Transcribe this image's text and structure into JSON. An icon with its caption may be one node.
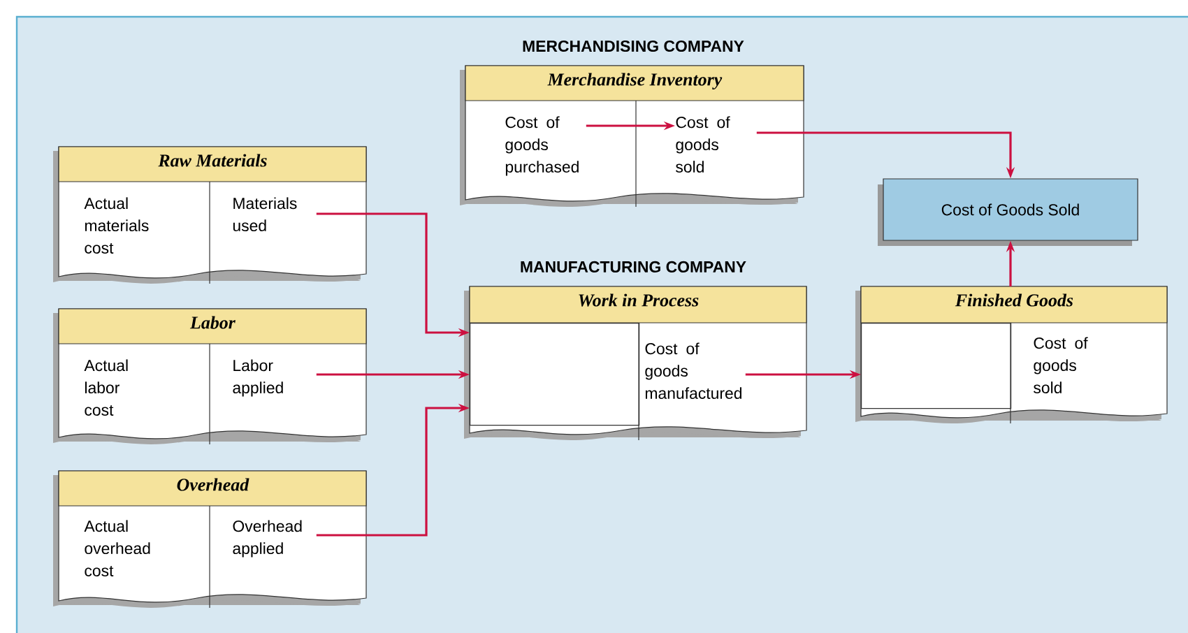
{
  "diagram": {
    "nodes": [
      {
        "text": [
          "Merchandise Inventory"
        ]
      },
      {
        "text": [
          "Cost of goods purchased"
        ],
        "in": 0
      },
      {
        "text": [
          "Cost of goods sold"
        ],
        "in": 0
      },
      {
        "text": [
          "Cost of Goods Sold"
        ]
      },
      {
        "text": [
          "Raw Materials"
        ]
      },
      {
        "text": [
          "Actual materials cost"
        ],
        "in": 4
      },
      {
        "text": [
          "Materials used"
        ],
        "in": 4
      },
      {
        "text": [
          "Work in Process"
        ]
      },
      {
        "text": [],
        "shape": "box",
        "in": 7
      },
      {
        "text": [
          "Cost of goods manufactured"
        ],
        "in": 7
      },
      {
        "text": [
          "Finished Goods"
        ]
      },
      {
        "text": [],
        "shape": "box",
        "in": 10
      },
      {
        "text": [
          "Cost of goods sold"
        ],
        "in": 10
      },
      {
        "text": [
          "Labor"
        ]
      },
      {
        "text": [
          "Actual labor cost"
        ],
        "in": 13
      },
      {
        "text": [
          "Labor applied"
        ],
        "in": 13
      },
      {
        "text": [
          "Overhead"
        ]
      },
      {
        "text": [
          "Actual overhead cost"
        ],
        "in": 16
      },
      {
        "text": [
          "Overhead applied"
        ],
        "in": 16
      }
    ],
    "edges": [
      {
        "from": 1,
        "to": 2,
        "arrow": "to"
      },
      {
        "from": 2,
        "to": 3,
        "arrow": "to"
      },
      {
        "from": 6,
        "to": 8,
        "arrow": "to"
      },
      {
        "from": 15,
        "to": 8,
        "arrow": "to"
      },
      {
        "from": 18,
        "to": 8,
        "arrow": "to"
      },
      {
        "from": 9,
        "to": 11,
        "arrow": "to"
      },
      {
        "from": 10,
        "to": 3,
        "arrow": "to"
      }
    ],
    "labels": [
      "MERCHANDISING COMPANY",
      "MANUFACTURING COMPANY"
    ]
  }
}
